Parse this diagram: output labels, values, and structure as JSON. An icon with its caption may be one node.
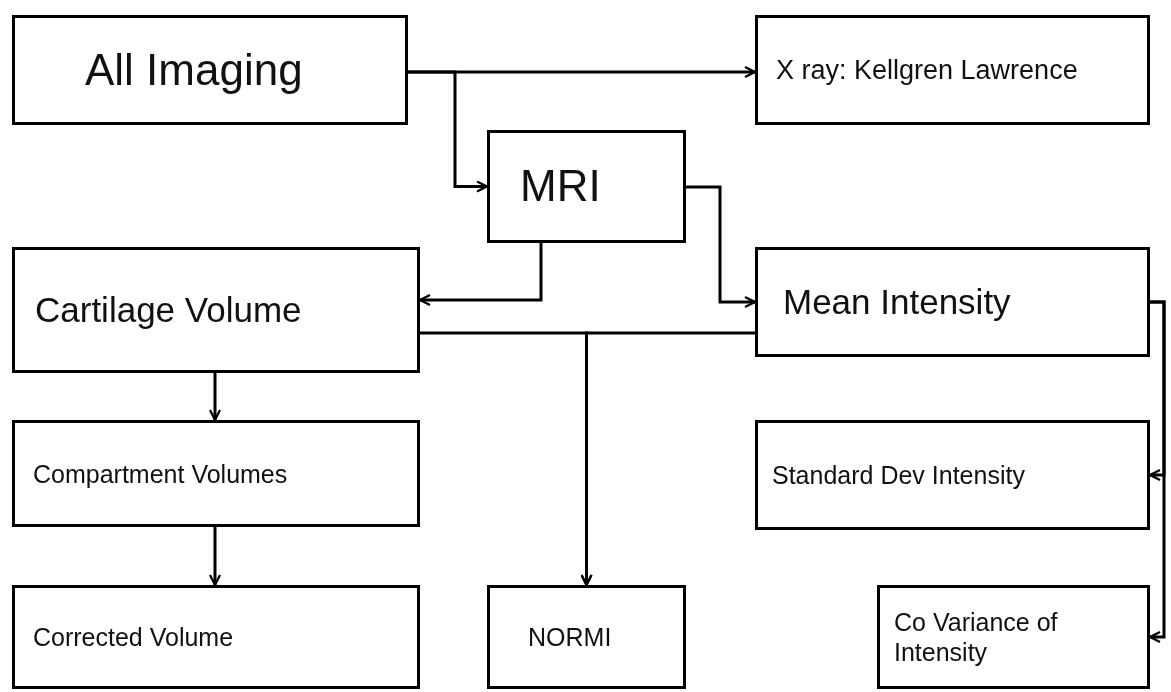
{
  "diagram": {
    "nodes": [
      {
        "text": [
          "All Imaging"
        ]
      },
      {
        "text": [
          "X ray: Kellgren Lawrence"
        ]
      },
      {
        "text": [
          "MRI"
        ]
      },
      {
        "text": [
          "Cartilage Volume"
        ]
      },
      {
        "text": [
          "Mean Intensity"
        ]
      },
      {
        "text": [
          "Compartment Volumes"
        ]
      },
      {
        "text": [
          "Standard Dev Intensity"
        ]
      },
      {
        "text": [
          "Corrected Volume"
        ]
      },
      {
        "text": [
          "NORMI"
        ]
      },
      {
        "text": [
          "Co Variance of Intensity"
        ]
      }
    ],
    "edges": [
      {
        "from": 0,
        "to": 1,
        "arrow": "to"
      },
      {
        "from": 0,
        "to": 2,
        "arrow": "to"
      },
      {
        "from": 2,
        "to": 3,
        "arrow": "to"
      },
      {
        "from": 2,
        "to": 4,
        "arrow": "to"
      },
      {
        "from": 3,
        "to": 5,
        "arrow": "to"
      },
      {
        "from": 5,
        "to": 7,
        "arrow": "to"
      },
      {
        "from": 3,
        "to": 8,
        "arrow": "to"
      },
      {
        "from": 4,
        "to": 8,
        "arrow": "to"
      },
      {
        "from": 4,
        "to": 6,
        "arrow": "to"
      },
      {
        "from": 4,
        "to": 9,
        "arrow": "to"
      }
    ]
  }
}
